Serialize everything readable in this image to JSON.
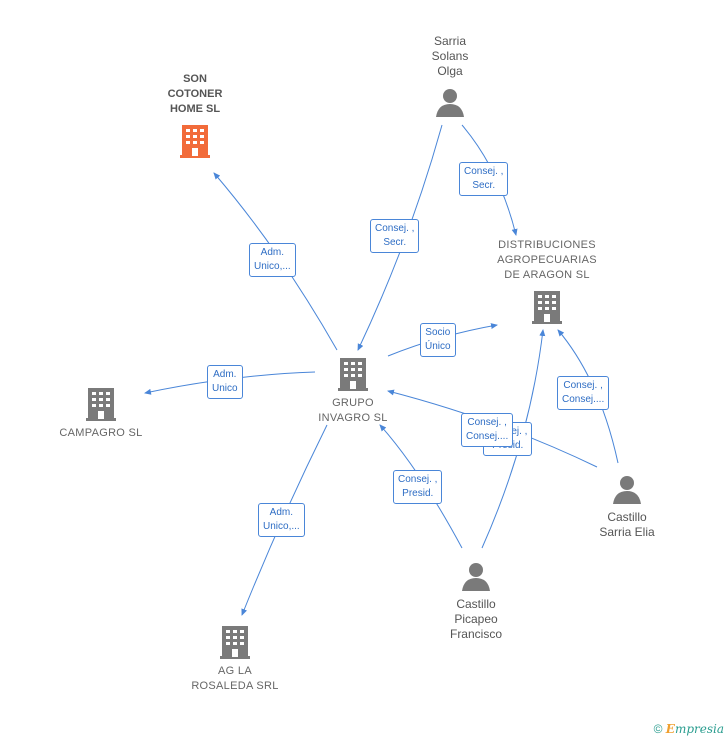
{
  "colors": {
    "edge": "#4a86d8",
    "company_icon": "#7a7a7a",
    "highlight_icon": "#f26b3a",
    "person_icon": "#7a7a7a"
  },
  "nodes": {
    "son_cotoner": {
      "label": "SON\nCOTONER\nHOME  SL",
      "icon": "building-icon"
    },
    "sarria_solans": {
      "label": "Sarria\nSolans\nOlga",
      "icon": "person-icon"
    },
    "distribuciones": {
      "label": "DISTRIBUCIONES\nAGROPECUARIAS\nDE ARAGON SL",
      "icon": "building-icon"
    },
    "grupo_invagro": {
      "label": "GRUPO\nINVAGRO  SL",
      "icon": "building-icon"
    },
    "campagro": {
      "label": "CAMPAGRO  SL",
      "icon": "building-icon"
    },
    "castillo_sarria": {
      "label": "Castillo\nSarria Elia",
      "icon": "person-icon"
    },
    "castillo_picapeo": {
      "label": "Castillo\nPicapeo\nFrancisco",
      "icon": "person-icon"
    },
    "ag_rosaleda": {
      "label": "AG LA\nROSALEDA SRL",
      "icon": "building-icon"
    }
  },
  "edges": {
    "e_son": "Adm.\nUnico,...",
    "e_sarria_grupo": "Consej. ,\nSecr.",
    "e_sarria_dist": "Consej. ,\nSecr.",
    "e_socio": "Socio\nÚnico",
    "e_campagro": "Adm.\nUnico",
    "e_elia_dist": "Consej. ,\nConsej....",
    "e_elia_grupo": "Consej. ,\nConsej....",
    "e_fran_dist": "Consej. ,\nPresid.",
    "e_fran_grupo": "Consej. ,\nPresid.",
    "e_ag": "Adm.\nUnico,..."
  },
  "footer": {
    "copyright": "©",
    "brand": "mpresia",
    "brand_initial": "E"
  }
}
